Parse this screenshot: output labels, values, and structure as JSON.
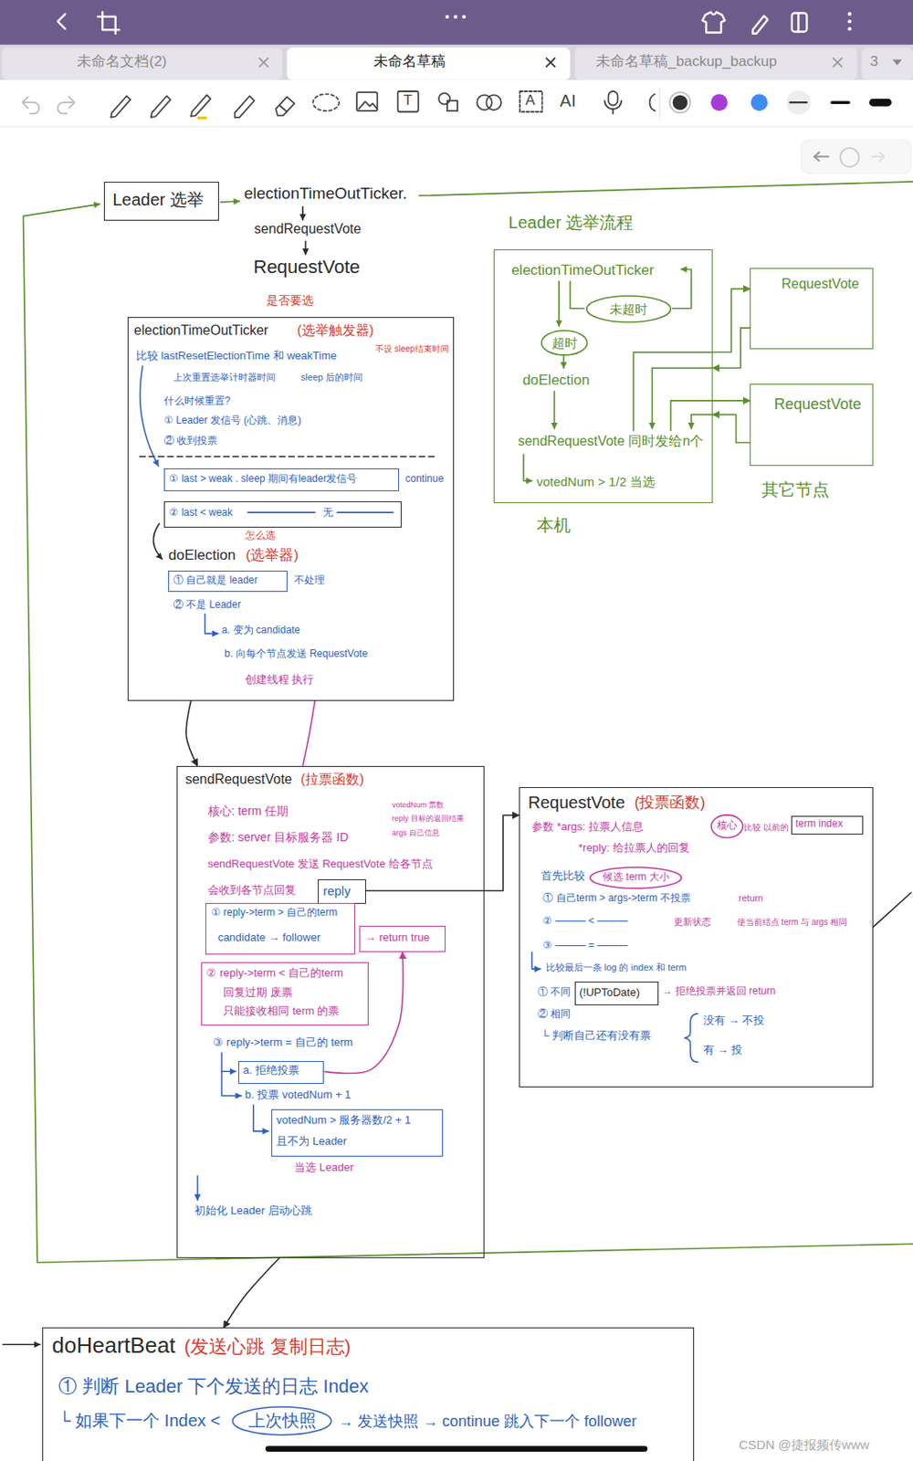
{
  "diagram": {
    "nodes": [
      {
        "text": [
          "Leader 选举"
        ]
      },
      {
        "text": [
          "Leader 选举流程",
          "electionTimeOutTicker",
          "doElection",
          "sendRequestVote 同时发给n个",
          "votedNum > 1/2 当选",
          "本机"
        ]
      },
      {
        "text": [
          "未超时"
        ],
        "in": 1
      },
      {
        "text": [
          "超时"
        ],
        "in": 1
      },
      {
        "text": [
          "RequestVote"
        ]
      },
      {
        "text": [
          "RequestVote"
        ]
      },
      {
        "text": [
          "是否要选",
          "electionTimeOutTicker",
          "(选举触发器)",
          "不设 sleep结束时间",
          "比较 lastResetElectionTime 和 weakTime",
          "上次重置选举计时器时间",
          "sleep 后的时间",
          "什么时候重置?",
          "① Leader 发信号 (心跳、消息)",
          "② 收到投票",
          "怎么选",
          "doElection",
          "(选举器)",
          "② 不是 Leader",
          "a. 变为 candidate",
          "b. 向每个节点发送 RequestVote",
          "创建线程 执行"
        ]
      },
      {
        "text": [
          "① last > weak . sleep 期间有leader发信号",
          "continue"
        ],
        "in": 6
      },
      {
        "text": [
          "② last < weak",
          "无"
        ],
        "in": 6
      },
      {
        "text": [
          "① 自己就是 leader",
          "不处理"
        ],
        "in": 6
      },
      {
        "text": [
          "sendRequestVote",
          "(拉票函数)",
          "核心: term 任期",
          "参数: server 目标服务器 ID",
          "votedNum 票数",
          "reply 目标的返回结果",
          "args 自己信息",
          "sendRequestVote 发送 RequestVote 给各节点",
          "会收到各节点回复",
          "③ reply->term = 自己的 term",
          "b. 投票 votedNum + 1",
          "当选 Leader",
          "初始化 Leader 启动心跳"
        ]
      },
      {
        "text": [
          "reply"
        ],
        "in": 10
      },
      {
        "text": [
          "① reply->term > 自己的term",
          "candidate → follower"
        ],
        "in": 10
      },
      {
        "text": [
          "→ return true"
        ],
        "in": 10
      },
      {
        "text": [
          "② reply->term < 自己的term",
          "回复过期 废票",
          "只能接收相同 term 的票"
        ],
        "in": 10
      },
      {
        "text": [
          "a. 拒绝投票"
        ],
        "in": 10
      },
      {
        "text": [
          "votedNum > 服务器数/2 + 1",
          "且不为 Leader"
        ],
        "in": 10
      },
      {
        "text": [
          "RequestVote",
          "(投票函数)",
          "参数 *args: 拉票人信息",
          "*reply: 给拉票人的回复",
          "比较 以前的",
          "首先比较",
          "① 自己term > args->term 不投票",
          "return",
          "② ——— < ———",
          "更新状态",
          "使当前结点 term 与 args 相同",
          "③ ——— = ———",
          "比较最后一条 log 的 index 和 term",
          "① 不同",
          "→ 拒绝投票并返回 return",
          "② 相同",
          "└ 判断自己还有没有票",
          "没有 → 不投",
          "有 → 投"
        ]
      },
      {
        "text": [
          "核心"
        ],
        "in": 17
      },
      {
        "text": [
          "term index"
        ],
        "in": 17
      },
      {
        "text": [
          "候选 term 大小"
        ],
        "in": 17
      },
      {
        "text": [
          "(!UPToDate)"
        ],
        "in": 17
      },
      {
        "text": [
          "doHeartBeat",
          "(发送心跳 复制日志)",
          "① 判断 Leader 下个发送的日志 Index",
          "└ 如果下一个 Index <",
          "→ 发送快照 → continue 跳入下一个 follower"
        ]
      },
      {
        "text": [
          "上次快照"
        ],
        "in": 22
      }
    ],
    "edges": [
      {
        "from": 6,
        "to": 10,
        "arrow": "to"
      },
      {
        "from": 6,
        "to": 10,
        "arrow": "none"
      },
      {
        "from": 11,
        "to": 17,
        "arrow": "to"
      },
      {
        "from": 15,
        "to": 13,
        "arrow": "to"
      },
      {
        "from": 10,
        "to": 22,
        "arrow": "to"
      },
      {
        "from": 1,
        "to": 4,
        "arrow": "to"
      },
      {
        "from": 4,
        "to": 1,
        "arrow": "to"
      },
      {
        "from": 1,
        "to": 5,
        "arrow": "to"
      },
      {
        "from": 5,
        "to": 1,
        "arrow": "to"
      }
    ],
    "labels": [
      "未命名文档(2)",
      "未命名草稿",
      "未命名草稿_backup_backup",
      "3",
      "T",
      "A",
      "AI",
      "electionTimeOutTicker.",
      "sendRequestVote",
      "RequestVote",
      "其它节点",
      "CSDN @捷报频传www"
    ]
  }
}
